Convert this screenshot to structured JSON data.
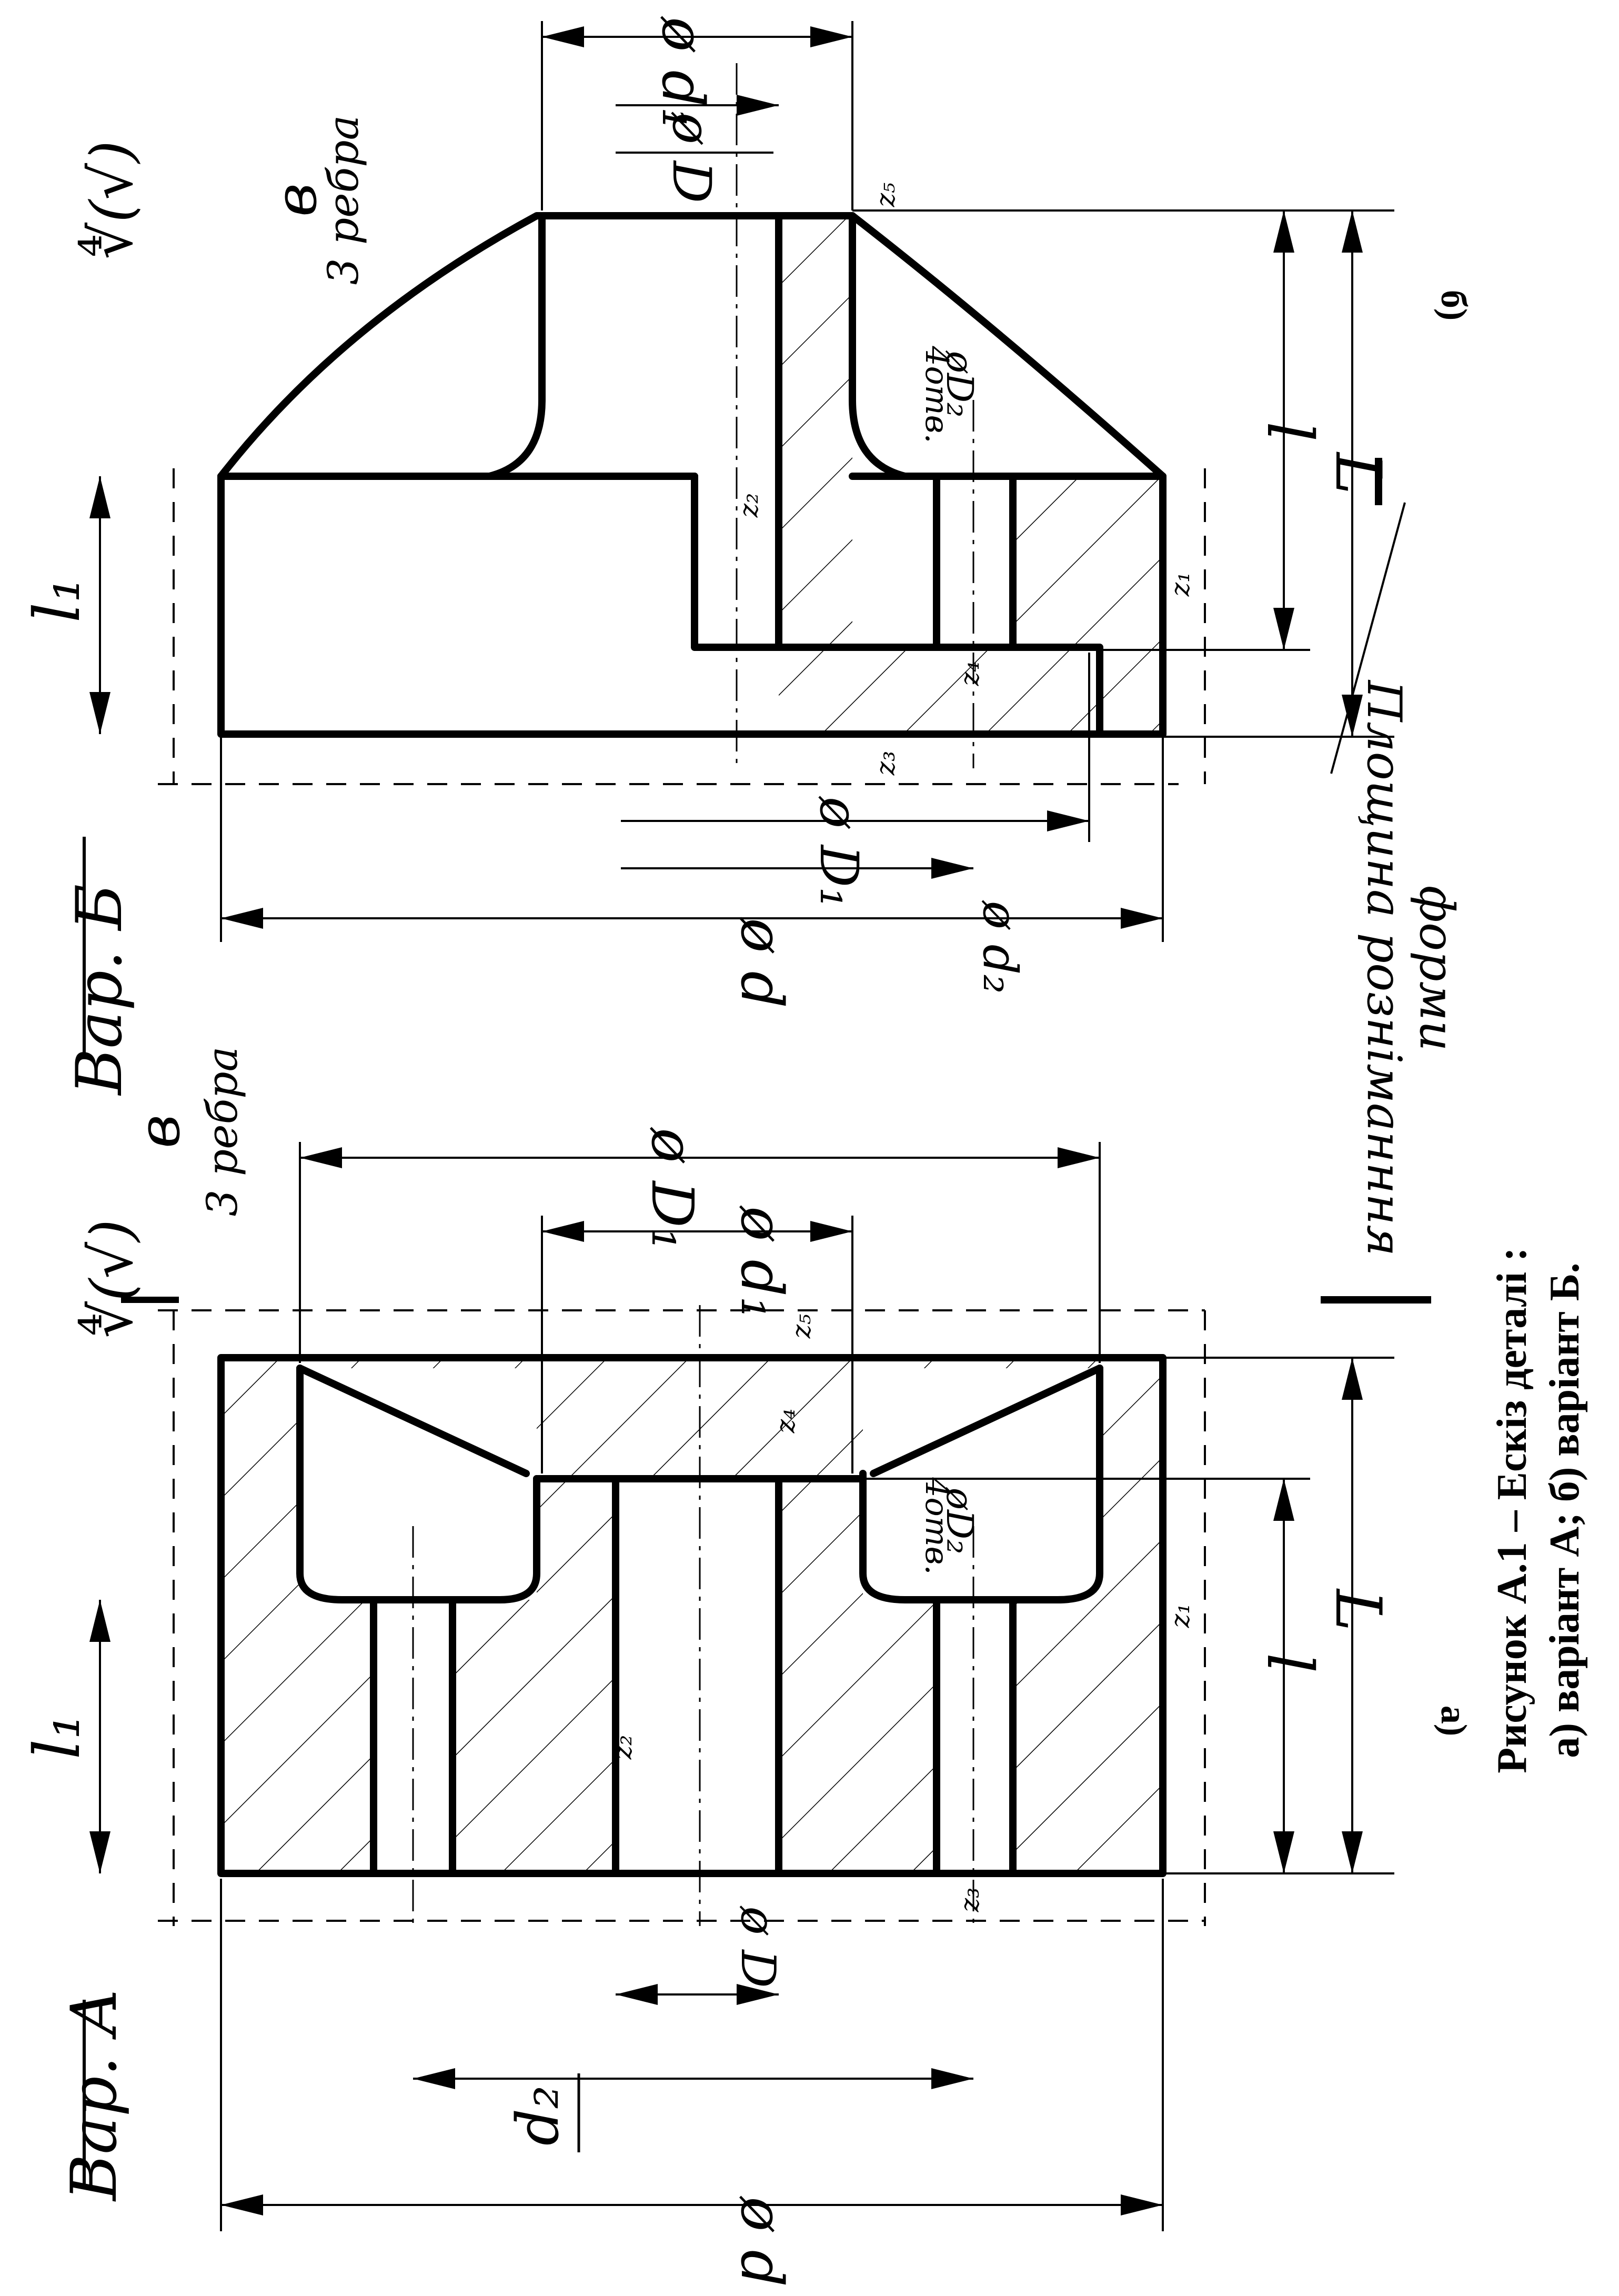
{
  "variant_a": {
    "title": "Вар. А",
    "label_d": "ø d",
    "label_d2": "d₂",
    "label_D": "ø D",
    "label_d1": "ø d₁",
    "label_D1": "ø D₁",
    "label_D2": "øD₂",
    "label_holes": "4отв.",
    "label_l1": "l₁",
    "label_l": "l",
    "label_L": "L",
    "label_b": "в",
    "label_ribs": "3 ребра",
    "roughness": "∜(√)",
    "z2": "z₂",
    "z3": "z₃",
    "z4": "z₄",
    "z5": "z₅",
    "z1": "z₁",
    "sub": "а)"
  },
  "variant_b": {
    "title": "Вар. Б",
    "label_d": "ø d",
    "label_d2": "ø d₂",
    "label_D": "ø D",
    "label_d1": "ø d₁",
    "label_D1": "ø D₁",
    "label_D2": "øD₂",
    "label_holes": "4отв.",
    "label_l1": "l₁",
    "label_l": "l",
    "label_L": "L",
    "label_b": "в",
    "label_ribs": "3 ребра",
    "roughness": "∜(√)",
    "z2": "z₂",
    "z3": "z₃",
    "z4": "z₄",
    "z5": "z₅",
    "z1": "z₁",
    "sub": "б)"
  },
  "parting_plane_line1": "Площина розніманння",
  "parting_plane_line2": "форми",
  "caption_line1": "Рисунок  А.1 – Ескіз деталі :",
  "caption_line2": "а) варіант А; б) варіант Б."
}
